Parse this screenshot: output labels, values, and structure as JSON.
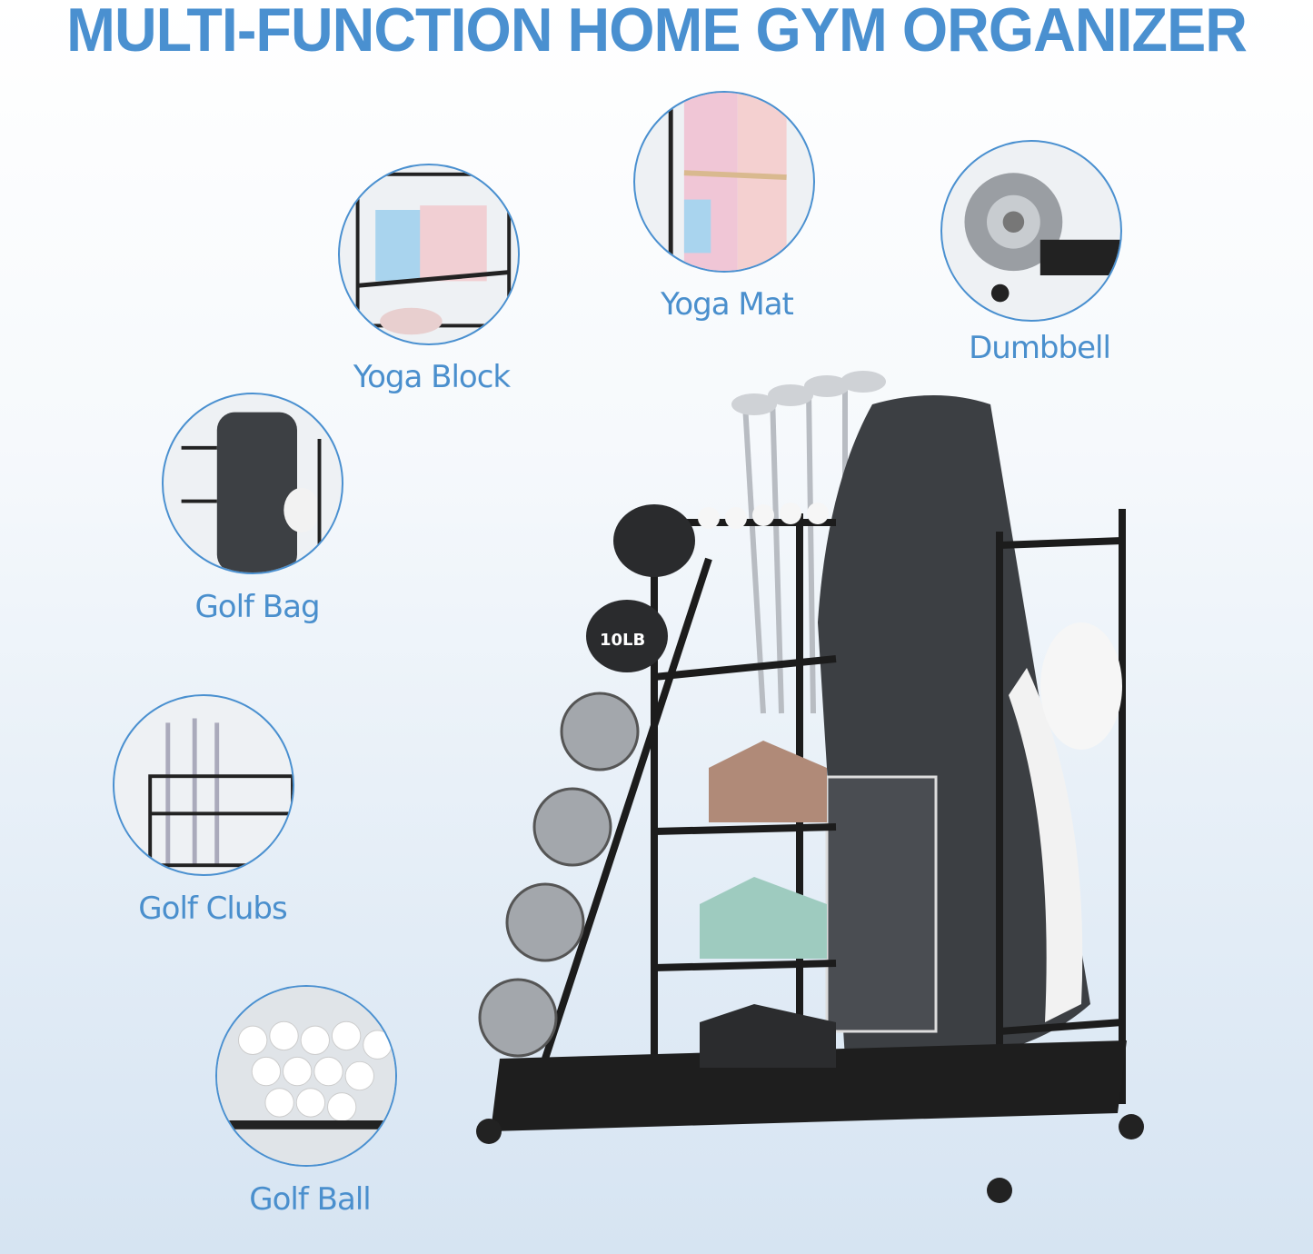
{
  "title": "MULTI-FUNCTION HOME GYM ORGANIZER",
  "accent_color": "#4a90d0",
  "features": [
    {
      "label": "Yoga Block",
      "icon": "yoga-block-photo"
    },
    {
      "label": "Yoga Mat",
      "icon": "yoga-mat-photo"
    },
    {
      "label": "Dumbbell",
      "icon": "dumbbell-photo"
    },
    {
      "label": "Golf Bag",
      "icon": "golf-bag-photo"
    },
    {
      "label": "Golf Clubs",
      "icon": "golf-clubs-photo"
    },
    {
      "label": "Golf Ball",
      "icon": "golf-ball-photo"
    }
  ],
  "product": {
    "dumbbell_marking": "10LB"
  }
}
